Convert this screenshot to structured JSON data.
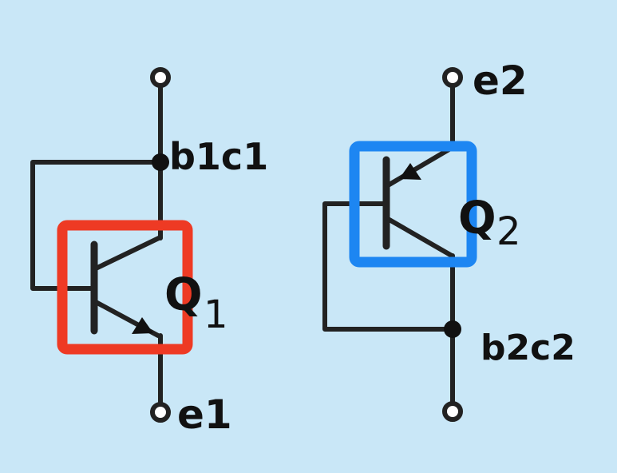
{
  "background_color": "#c9e7f7",
  "line_color": "#222222",
  "transistors": [
    {
      "id": "Q1",
      "label_main": "Q",
      "label_sub": "1",
      "highlight_color": "#ee3a24",
      "terminal_label": "b1c1",
      "emitter_label": "e1"
    },
    {
      "id": "Q2",
      "label_main": "Q",
      "label_sub": "2",
      "highlight_color": "#1d86f2",
      "terminal_label": "b2c2",
      "emitter_label": "e2"
    }
  ]
}
